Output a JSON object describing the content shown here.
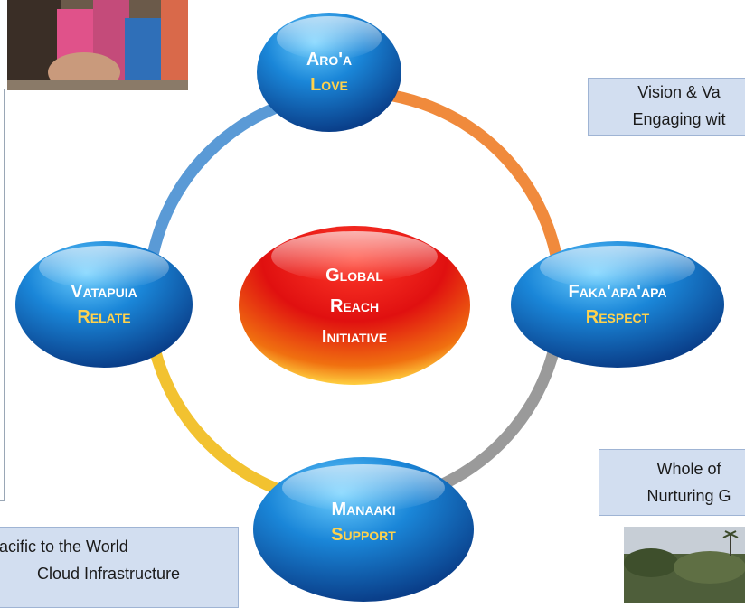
{
  "center": {
    "line1": "Global",
    "line2": "Reach",
    "line3": "Initiative"
  },
  "nodes": {
    "top": {
      "word": "Aro'a",
      "english": "Love"
    },
    "right": {
      "word": "Faka'apa'apa",
      "english": "Respect"
    },
    "bottom": {
      "word": "Manaaki",
      "english": "Support"
    },
    "left": {
      "word": "Vatapuia",
      "english": "Relate"
    }
  },
  "callouts": {
    "vision": {
      "line1": "Vision & Va",
      "line2": "Engaging wit"
    },
    "whole": {
      "line1": "Whole of",
      "line2": "Nurturing G"
    },
    "pacific": {
      "line1": "acific to the World",
      "line2": "Cloud Infrastructure"
    }
  },
  "colors": {
    "bubble_blue": "#1a86d8",
    "center_red": "#e01010",
    "english_text": "#ffd24d",
    "ring_orange": "#f08a3c",
    "ring_grey": "#9a9a9a",
    "ring_yellow": "#f2c230",
    "ring_blue": "#5a9ad6"
  }
}
